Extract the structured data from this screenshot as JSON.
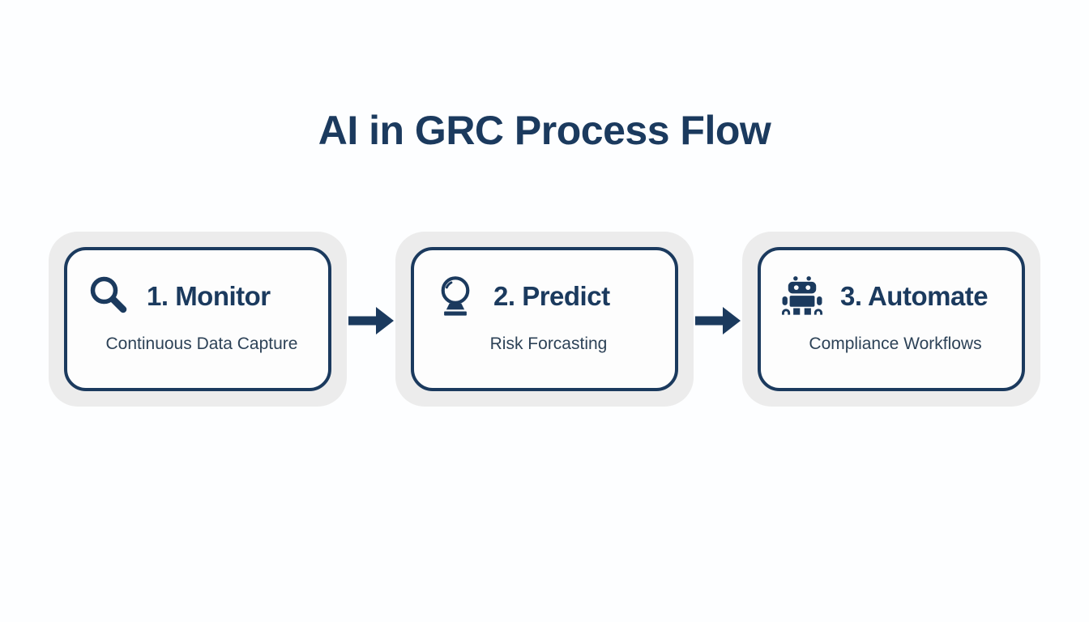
{
  "title": "AI in GRC Process Flow",
  "steps": [
    {
      "label": "1. Monitor",
      "description": "Continuous Data Capture",
      "icon": "magnifier-icon"
    },
    {
      "label": "2. Predict",
      "description": "Risk Forcasting",
      "icon": "crystal-ball-icon"
    },
    {
      "label": "3. Automate",
      "description": "Compliance Workflows",
      "icon": "robot-icon"
    }
  ],
  "connectors": [
    {
      "icon": "arrow-right-icon"
    },
    {
      "icon": "arrow-right-icon"
    }
  ],
  "colors": {
    "navy": "#1b3a5e",
    "card_halo": "#ececec",
    "card_bg": "#fdfdfd",
    "page_bg": "#fdfeff",
    "description_text": "#2d4257"
  }
}
